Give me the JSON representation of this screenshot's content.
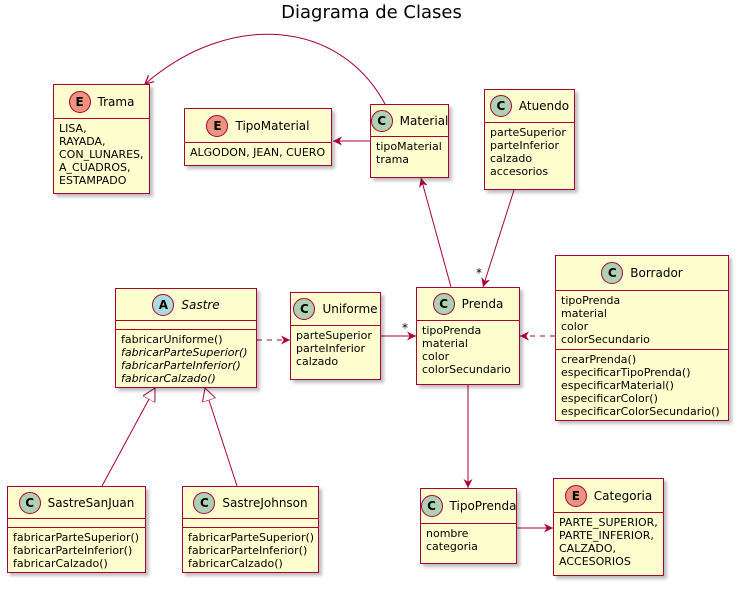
{
  "title": "Diagrama de Clases",
  "classes": {
    "trama": {
      "stereotype": "E",
      "name": "Trama",
      "attributes": [
        "LISA,",
        "RAYADA,",
        "CON_LUNARES,",
        "A_CUADROS,",
        "ESTAMPADO"
      ]
    },
    "tipo_material": {
      "stereotype": "E",
      "name": "TipoMaterial",
      "attributes": [
        "ALGODON, JEAN, CUERO"
      ]
    },
    "material": {
      "stereotype": "C",
      "name": "Material",
      "attributes": [
        "tipoMaterial",
        "trama"
      ]
    },
    "atuendo": {
      "stereotype": "C",
      "name": "Atuendo",
      "attributes": [
        "parteSuperior",
        "parteInferior",
        "calzado",
        "accesorios"
      ]
    },
    "sastre": {
      "stereotype": "A",
      "name": "Sastre",
      "methods": [
        "fabricarUniforme()",
        "fabricarParteSuperior()",
        "fabricarParteInferior()",
        "fabricarCalzado()"
      ]
    },
    "uniforme": {
      "stereotype": "C",
      "name": "Uniforme",
      "attributes": [
        "parteSuperior",
        "parteInferior",
        "calzado"
      ]
    },
    "prenda": {
      "stereotype": "C",
      "name": "Prenda",
      "attributes": [
        "tipoPrenda",
        "material",
        "color",
        "colorSecundario"
      ]
    },
    "borrador": {
      "stereotype": "C",
      "name": "Borrador",
      "attributes": [
        "tipoPrenda",
        "material",
        "color",
        "colorSecundario"
      ],
      "methods": [
        "crearPrenda()",
        "especificarTipoPrenda()",
        "especificarMaterial()",
        "especificarColor()",
        "especificarColorSecundario()"
      ]
    },
    "sastre_san_juan": {
      "stereotype": "C",
      "name": "SastreSanJuan",
      "methods": [
        "fabricarParteSuperior()",
        "fabricarParteInferior()",
        "fabricarCalzado()"
      ]
    },
    "sastre_johnson": {
      "stereotype": "C",
      "name": "SastreJohnson",
      "methods": [
        "fabricarParteSuperior()",
        "fabricarParteInferior()",
        "fabricarCalzado()"
      ]
    },
    "tipo_prenda": {
      "stereotype": "C",
      "name": "TipoPrenda",
      "attributes": [
        "nombre",
        "categoria"
      ]
    },
    "categoria": {
      "stereotype": "E",
      "name": "Categoria",
      "attributes": [
        "PARTE_SUPERIOR,",
        "PARTE_INFERIOR,",
        "CALZADO,",
        "ACCESORIOS"
      ]
    }
  },
  "multiplicities": {
    "atuendo_prenda": "*",
    "uniforme_prenda": "*"
  },
  "colors": {
    "border": "#a80036",
    "fill": "#fefece",
    "class_icon": "#add1b2",
    "enum_icon": "#eb937f",
    "abstract_icon": "#a9dcdf"
  }
}
